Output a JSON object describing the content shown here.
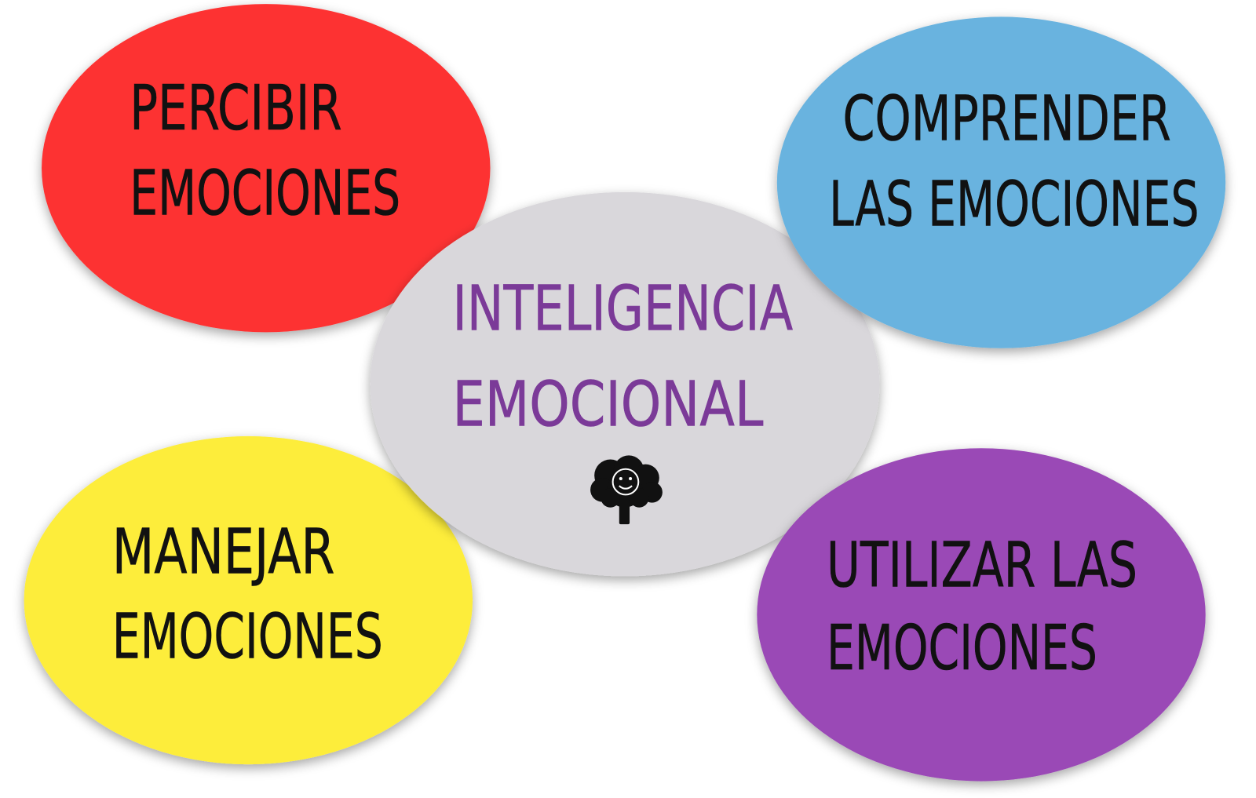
{
  "diagram": {
    "center": {
      "lines": [
        "INTELIGENCIA",
        "EMOCIONAL"
      ],
      "color": "#d9d7db",
      "text_color": "#7b3a98",
      "icon": "brain-smile-icon"
    },
    "nodes": [
      {
        "lines": [
          "PERCIBIR",
          "EMOCIONES"
        ],
        "color": "#fd3131"
      },
      {
        "lines": [
          "COMPRENDER",
          "LAS EMOCIONES"
        ],
        "color": "#69b3df"
      },
      {
        "lines": [
          "MANEJAR",
          "EMOCIONES"
        ],
        "color": "#fded3b"
      },
      {
        "lines": [
          "UTILIZAR LAS",
          "EMOCIONES"
        ],
        "color": "#9a48b6"
      }
    ]
  }
}
